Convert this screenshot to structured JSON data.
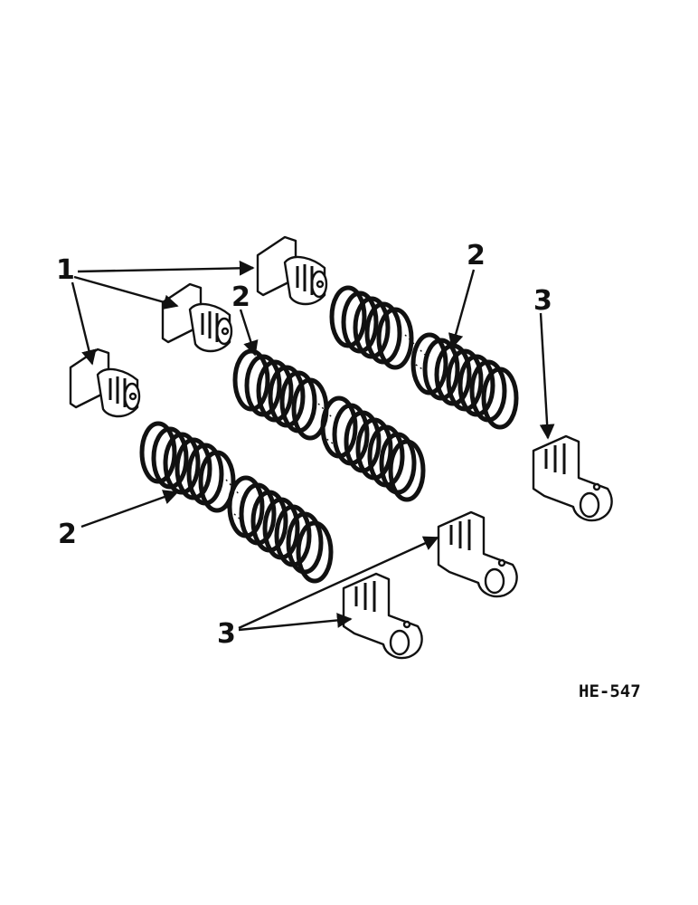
{
  "callouts": {
    "item_1": "1",
    "item_2": "2",
    "item_3": "3"
  },
  "figure_id": "HE-547",
  "colors": {
    "ink": "#111111",
    "paper": "#ffffff"
  }
}
